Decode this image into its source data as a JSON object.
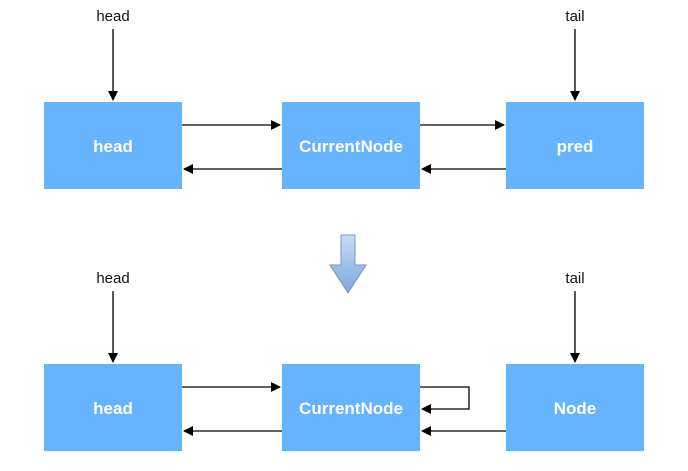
{
  "colors": {
    "node_fill": "#66b3ff",
    "node_text": "#ffffff",
    "line": "#000000",
    "transition_arrow_top": "#c9dcf4",
    "transition_arrow_bottom": "#7da7dc",
    "transition_arrow_stroke": "#6f97c9"
  },
  "before": {
    "pointers": {
      "head_label": "head",
      "tail_label": "tail"
    },
    "nodes": [
      {
        "label": "head"
      },
      {
        "label": "CurrentNode"
      },
      {
        "label": "pred"
      }
    ]
  },
  "after": {
    "pointers": {
      "head_label": "head",
      "tail_label": "tail"
    },
    "nodes": [
      {
        "label": "head"
      },
      {
        "label": "CurrentNode"
      },
      {
        "label": "Node"
      }
    ]
  },
  "transition_icon": "down-arrow-icon"
}
